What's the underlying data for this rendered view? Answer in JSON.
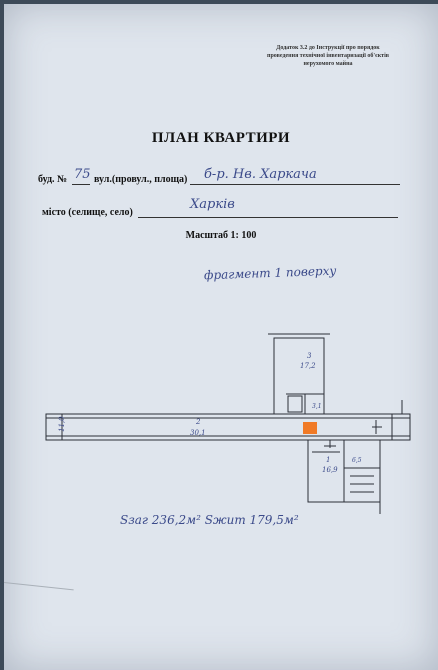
{
  "header_note": {
    "line1": "Додаток 3.2 до Інструкції про порядок",
    "line2": "проведення технічної інвентаризації об'єктів",
    "line3": "нерухомого майна"
  },
  "title": "ПЛАН КВАРТИРИ",
  "address": {
    "house_label": "буд. №",
    "house_number": "75",
    "street_label": "вул.(провул., площа)",
    "street_value": "б-р. Нв. Харкача",
    "city_label": "місто (селище, село)",
    "city_value": "Харків"
  },
  "scale": "Масштаб 1: 100",
  "handwritten_note": "фрагмент 1 поверху",
  "plan_labels": {
    "room_3": "3",
    "room_3_area": "17,2",
    "room_2": "2",
    "room_2_area": "30,1",
    "room_1": "1",
    "room_1_area": "16,9",
    "room_1_dim": "6,5",
    "bath_area": "3,1",
    "left_dim": "11,0"
  },
  "totals": "Sзаг 236,2м²   Sжит 179,5м²",
  "colors": {
    "paper": "#dfe5ed",
    "ink": "#111111",
    "pen": "#3b4a8a",
    "marker": "#f07a26"
  }
}
